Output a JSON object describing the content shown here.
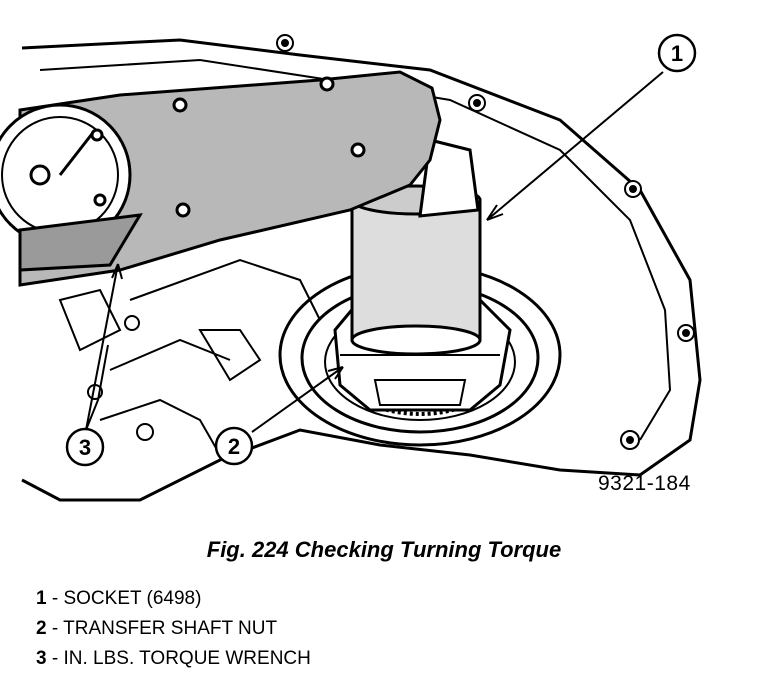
{
  "figure": {
    "id": "9321-184",
    "caption": "Fig. 224 Checking Turning Torque",
    "callouts": [
      "1",
      "2",
      "3"
    ]
  },
  "legend": [
    {
      "number": "1",
      "text": "SOCKET (6498)"
    },
    {
      "number": "2",
      "text": "TRANSFER SHAFT NUT"
    },
    {
      "number": "3",
      "text": "IN. LBS. TORQUE WRENCH"
    }
  ]
}
